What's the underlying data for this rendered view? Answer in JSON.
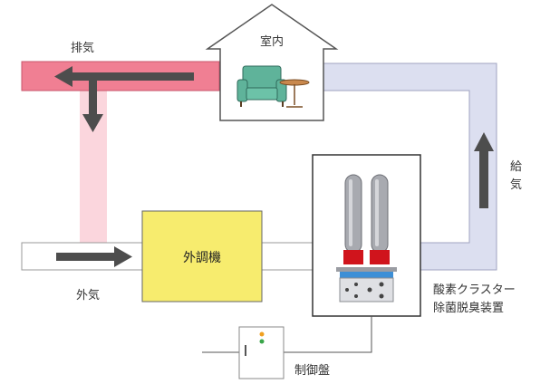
{
  "labels": {
    "exhaust": "排気",
    "room": "室内",
    "outside_air": "外気",
    "supply_air_1": "給",
    "supply_air_2": "気",
    "air_conditioner": "外調機",
    "device_line1": "酸素クラスター",
    "device_line2": "除菌脱臭装置",
    "control_panel": "制御盤"
  },
  "colors": {
    "exhaust_duct": "#f07f93",
    "exhaust_duct_light": "#fbd6dd",
    "supply_duct": "#dcdff0",
    "air_conditioner_fill": "#f7ec6e",
    "arrow": "#4d4d4d",
    "lamp_red": "#d0141c",
    "tray_blue": "#3d8fd6",
    "tube": "#a8aab0"
  }
}
